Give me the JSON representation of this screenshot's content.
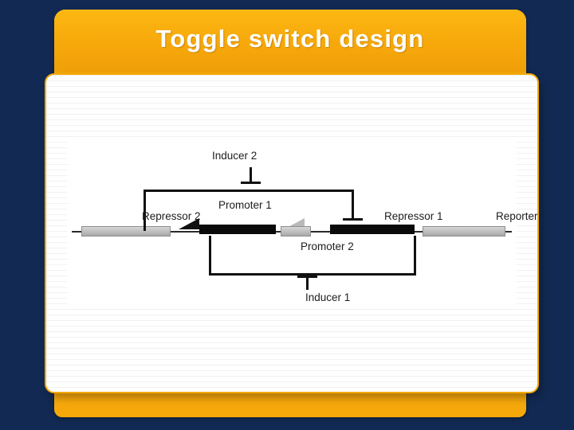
{
  "slide": {
    "title": "Toggle switch design",
    "background_color": "#122a53",
    "accent_color": "#f6a80b",
    "card_color": "#ffffff"
  },
  "figure": {
    "name": "genetic-toggle-switch-diagram",
    "labels": {
      "inducer_2": "Inducer 2",
      "inducer_1": "Inducer 1",
      "promoter_1": "Promoter 1",
      "promoter_2": "Promoter 2",
      "repressor_2": "Repressor 2",
      "repressor_1": "Repressor 1",
      "reporter": "Reporter"
    }
  }
}
